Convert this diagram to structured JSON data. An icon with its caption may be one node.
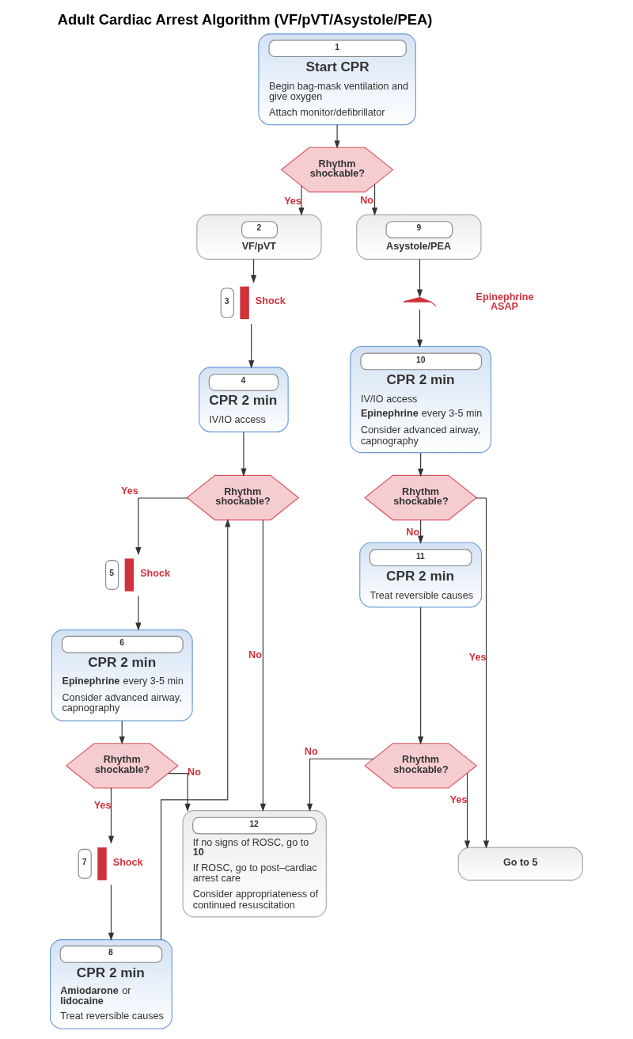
{
  "diagram": {
    "title": "Adult Cardiac Arrest Algorithm (VF/pVT/Asystole/PEA)",
    "nodes": [
      {
        "text": [
          "1",
          "Start CPR",
          "Begin bag-mask ventilation and give oxygen",
          "Attach monitor/defibrillator"
        ]
      },
      {
        "text": [
          "Rhythm shockable?"
        ]
      },
      {
        "text": [
          "2",
          "VF/pVT"
        ]
      },
      {
        "text": [
          "3",
          "Shock"
        ]
      },
      {
        "text": [
          "4",
          "CPR 2 min",
          "IV/IO access"
        ]
      },
      {
        "text": [
          "Rhythm shockable?"
        ]
      },
      {
        "text": [
          "5",
          "Shock"
        ]
      },
      {
        "text": [
          "6",
          "CPR 2 min",
          "**Epinephrine** every 3-5 min",
          "Consider advanced airway, capnography"
        ]
      },
      {
        "text": [
          "Rhythm shockable?"
        ]
      },
      {
        "text": [
          "7",
          "Shock"
        ]
      },
      {
        "text": [
          "8",
          "CPR 2 min",
          "**Amiodarone** or **lidocaine**",
          "Treat reversible causes"
        ]
      },
      {
        "text": [
          "9",
          "Asystole/PEA"
        ]
      },
      {
        "text": [],
        "shape": "syringe",
        "beside": [
          "Epinephrine ASAP"
        ]
      },
      {
        "text": [
          "10",
          "CPR 2 min",
          "IV/IO access",
          "**Epinephrine** every 3-5 min",
          "Consider advanced airway, capnography"
        ]
      },
      {
        "text": [
          "Rhythm shockable?"
        ]
      },
      {
        "text": [
          "11",
          "CPR 2 min",
          "Treat reversible causes"
        ]
      },
      {
        "text": [
          "Rhythm shockable?"
        ]
      },
      {
        "text": [
          "12",
          "If no signs of ROSC, go to **10**",
          "If ROSC, go to post–cardiac arrest care",
          "Consider appropriateness of continued resuscitation"
        ]
      },
      {
        "text": [
          "Go to 5"
        ]
      }
    ],
    "edges": [
      {
        "from": 0,
        "to": 1,
        "arrow": "to"
      },
      {
        "from": 1,
        "to": 2,
        "arrow": "to",
        "label": "Yes"
      },
      {
        "from": 1,
        "to": 11,
        "arrow": "to",
        "label": "No"
      },
      {
        "from": 2,
        "to": 3,
        "arrow": "to"
      },
      {
        "from": 3,
        "to": 4,
        "arrow": "to"
      },
      {
        "from": 4,
        "to": 5,
        "arrow": "to"
      },
      {
        "from": 5,
        "to": 6,
        "arrow": "to",
        "label": "Yes"
      },
      {
        "from": 6,
        "to": 7,
        "arrow": "to"
      },
      {
        "from": 7,
        "to": 8,
        "arrow": "to"
      },
      {
        "from": 8,
        "to": 9,
        "arrow": "to",
        "label": "Yes"
      },
      {
        "from": 9,
        "to": 10,
        "arrow": "to"
      },
      {
        "from": 10,
        "to": 5,
        "arrow": "to"
      },
      {
        "from": 5,
        "to": 17,
        "arrow": "to",
        "label": "No"
      },
      {
        "from": 8,
        "to": 17,
        "arrow": "to",
        "label": "No"
      },
      {
        "from": 11,
        "to": 12,
        "arrow": "to"
      },
      {
        "from": 12,
        "to": 13,
        "arrow": "to"
      },
      {
        "from": 13,
        "to": 14,
        "arrow": "to"
      },
      {
        "from": 14,
        "to": 18,
        "arrow": "to",
        "label": "Yes"
      },
      {
        "from": 14,
        "to": 15,
        "arrow": "to",
        "label": "No"
      },
      {
        "from": 15,
        "to": 16,
        "arrow": "to"
      },
      {
        "from": 16,
        "to": 17,
        "arrow": "to",
        "label": "No"
      },
      {
        "from": 16,
        "to": 18,
        "arrow": "to",
        "label": "Yes"
      }
    ]
  }
}
